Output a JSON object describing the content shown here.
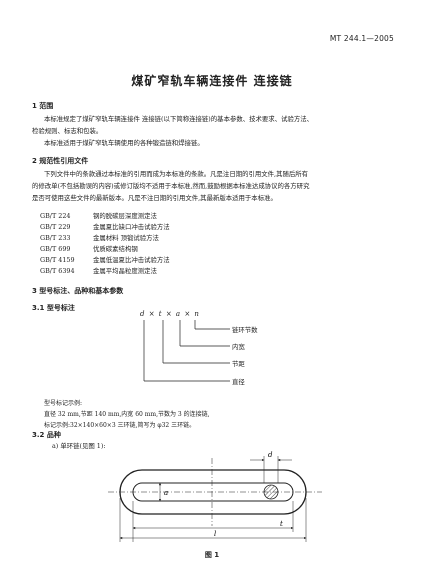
{
  "header": {
    "standard_no": "MT 244.1—2005"
  },
  "title": "煤矿窄轨车辆连接件    连接链",
  "sections": {
    "s1": {
      "heading": "1    范围",
      "lines": [
        "本标准规定了煤矿窄轨车辆连接件    连接链(以下简称连接链)的基本参数、技术要求、试验方法、",
        "检验规则、标志和包装。",
        "本标准适用于煤矿窄轨车辆使用的各种锻造链和焊接链。"
      ]
    },
    "s2": {
      "heading": "2    规范性引用文件",
      "lines": [
        "下列文件中的条款通过本标准的引用而成为本标准的条款。凡是注日期的引用文件,其随后所有",
        "的修改单(不包括勘误的内容)或修订版均不适用于本标准,然而,鼓励根据本标准达成协议的各方研究",
        "是否可使用这些文件的最新版本。凡是不注日期的引用文件,其最新版本适用于本标准。"
      ],
      "refs": [
        {
          "code": "GB/T 224",
          "name": "钢的脱碳层深度测定法"
        },
        {
          "code": "GB/T 229",
          "name": "金属夏比缺口冲击试验方法"
        },
        {
          "code": "GB/T 233",
          "name": "金属材料    顶锻试验方法"
        },
        {
          "code": "GB/T 699",
          "name": "优质碳素结构钢"
        },
        {
          "code": "GB/T 4159",
          "name": "金属低温夏比冲击试验方法"
        },
        {
          "code": "GB/T 6394",
          "name": "金属平均晶粒度测定法"
        }
      ]
    },
    "s3": {
      "heading": "3    型号标注、品种和基本参数",
      "s31": {
        "heading": "3.1    型号标注",
        "formula": "d × t × a × n",
        "labels": [
          "链环节数",
          "内宽",
          "节距",
          "直径"
        ],
        "example_title": "型号标记示例:",
        "example_lines": [
          "直径 32 mm,节距 140 mm,内宽 60 mm,节数为 3 的连接链,",
          "标记示例:32×140×60×3 三环链,简写为 φ32 三环链。"
        ]
      },
      "s32": {
        "heading": "3.2    品种",
        "item_a": "a)    单环链(见图 1):"
      }
    }
  },
  "figure": {
    "caption": "图 1",
    "dims": {
      "d": "d",
      "a": "a",
      "t": "t",
      "l": "l"
    }
  }
}
